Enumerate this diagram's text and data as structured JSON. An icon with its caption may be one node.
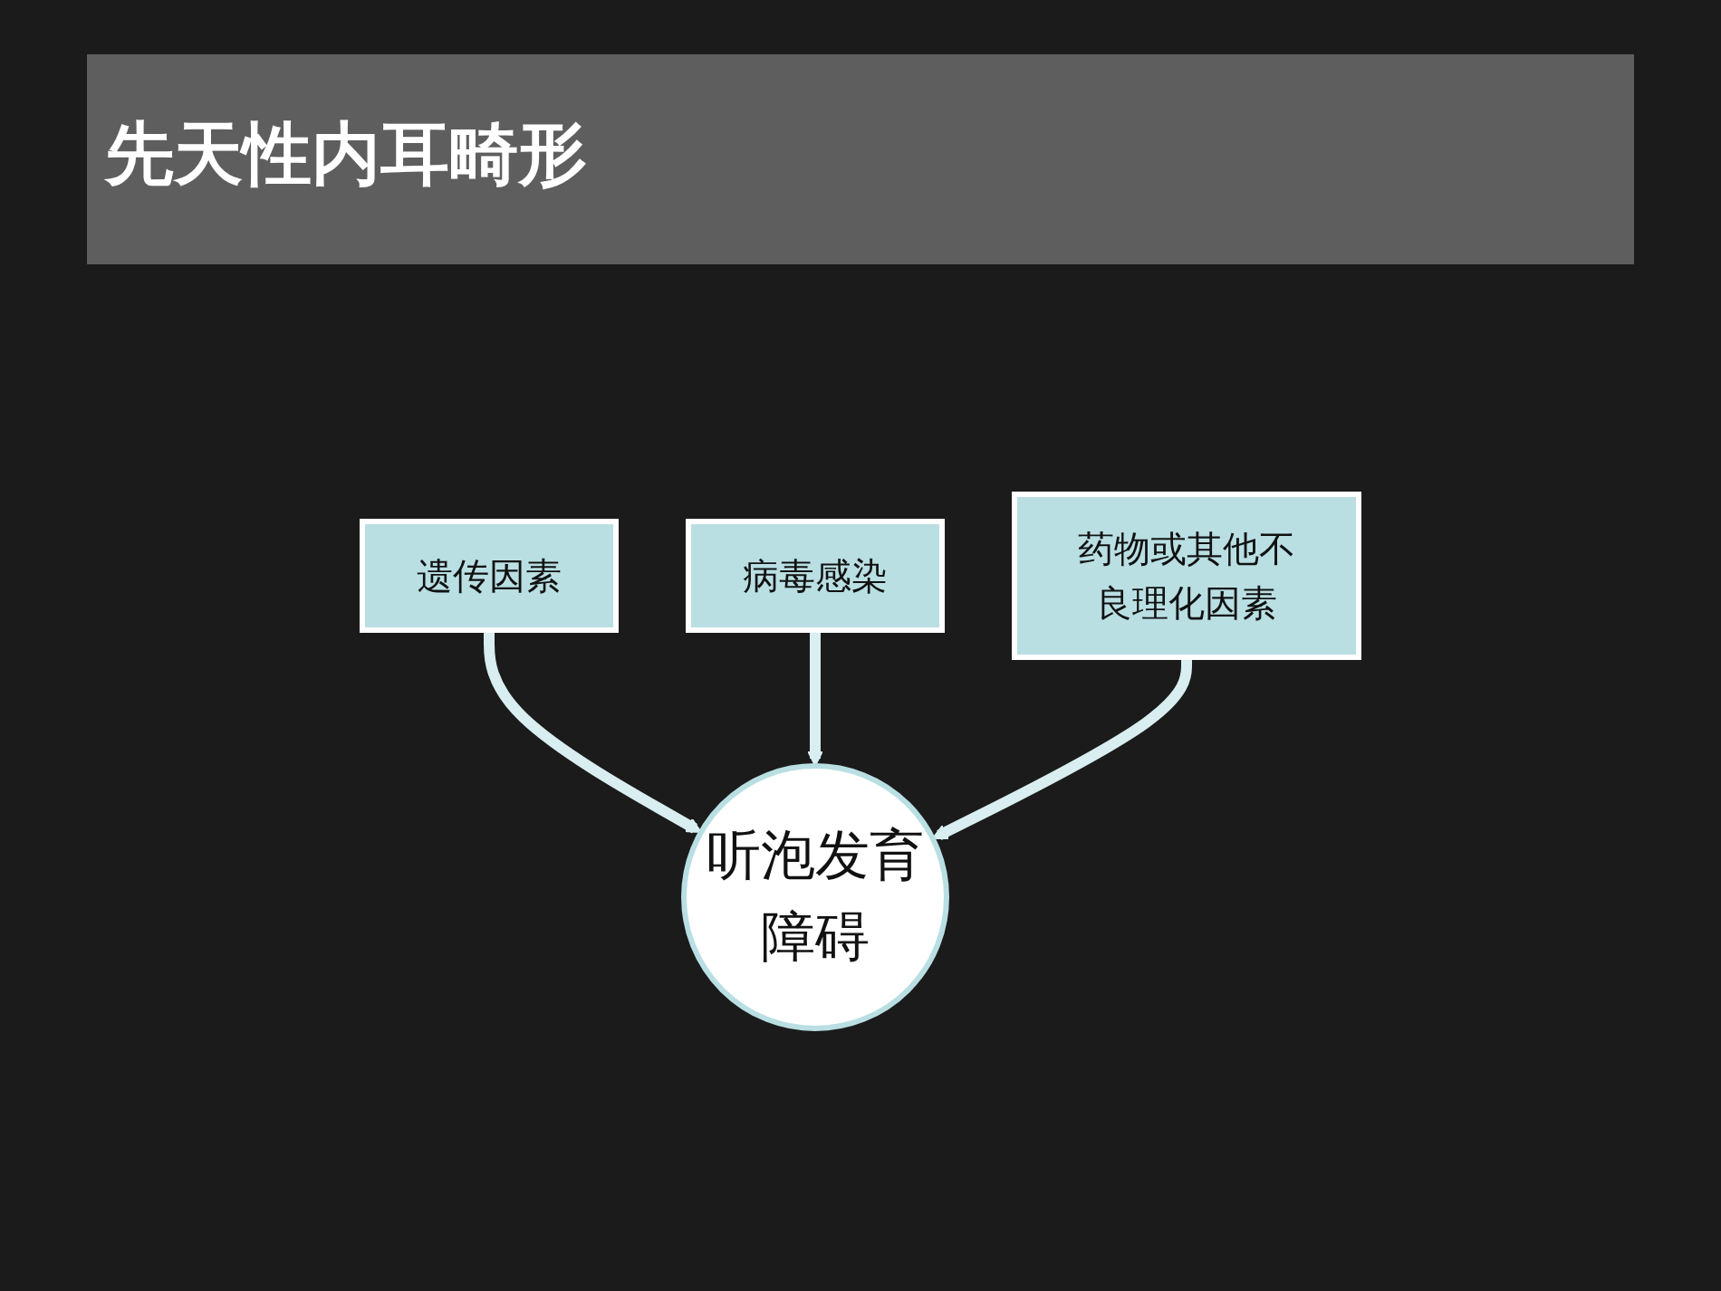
{
  "diagram": {
    "title": "先天性内耳畸形",
    "nodes": [
      {
        "text": [
          "遗传因素"
        ]
      },
      {
        "text": [
          "病毒感染"
        ]
      },
      {
        "text": [
          "药物或其他不良理化因素"
        ]
      },
      {
        "text": [
          "听泡发育障碍"
        ]
      }
    ],
    "edges": [
      {
        "from": 0,
        "to": 3,
        "arrow": "to"
      },
      {
        "from": 1,
        "to": 3,
        "arrow": "to"
      },
      {
        "from": 2,
        "to": 3,
        "arrow": "to"
      }
    ]
  }
}
